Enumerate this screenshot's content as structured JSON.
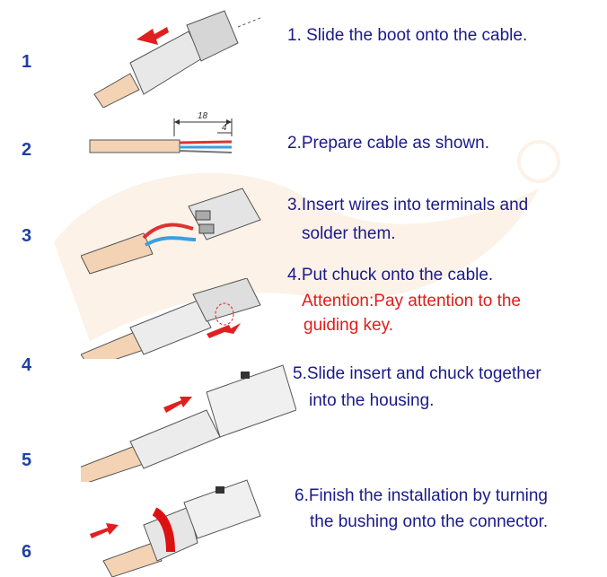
{
  "steps": [
    {
      "number": "1",
      "text": "1. Slide the boot onto the cable."
    },
    {
      "number": "2",
      "text": "2.Prepare cable as shown."
    },
    {
      "number": "3",
      "line1": "3.Insert wires into terminals and",
      "line2": "solder them."
    },
    {
      "number": "4",
      "line1": "4.Put chuck onto the cable.",
      "attention1": "Attention:Pay attention to the",
      "attention2": "guiding key."
    },
    {
      "number": "5",
      "line1": "5.Slide insert and chuck together",
      "line2": "into the housing."
    },
    {
      "number": "6",
      "line1": "6.Finish the installation by turning",
      "line2": "the bushing onto the connector."
    }
  ],
  "dimensions": {
    "strip_length": "18",
    "lead_length": "4"
  },
  "colors": {
    "cable": "#f3d3b3",
    "text": "#1a1a8c",
    "number": "#1e3fa8",
    "attention": "#e31b1b",
    "arrow": "#e02020"
  },
  "icons": [
    "direction-arrow-icon",
    "dimension-arrow-icon"
  ]
}
